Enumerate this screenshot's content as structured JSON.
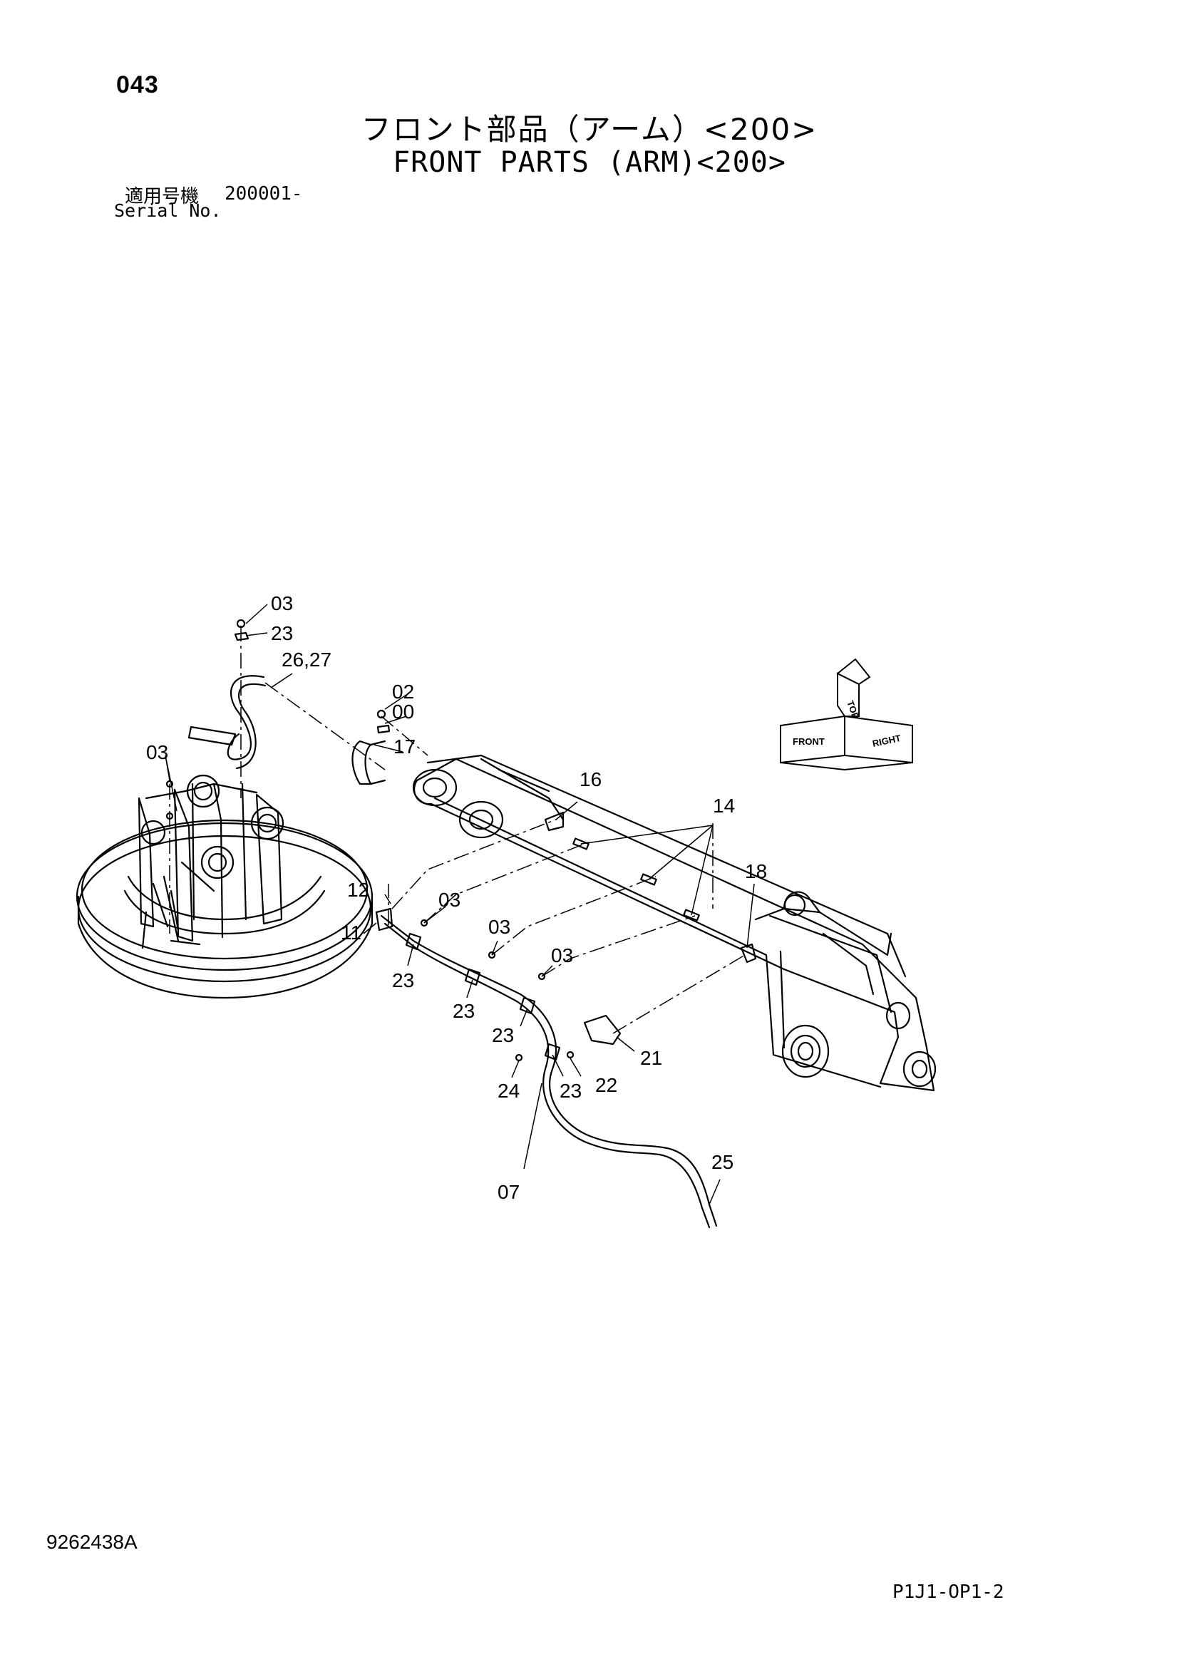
{
  "header": {
    "page_number": "043",
    "title_ja": "フロント部品（アーム）<200>",
    "title_en": "FRONT PARTS (ARM)<200>",
    "serial_label_ja": "適用号機",
    "serial_value": "200001-",
    "serial_label_en": "Serial No."
  },
  "diagram": {
    "callouts": [
      "03",
      "23",
      "26,27",
      "02",
      "00",
      "17",
      "03",
      "16",
      "14",
      "18",
      "12",
      "11",
      "03",
      "03",
      "03",
      "23",
      "23",
      "23",
      "21",
      "22",
      "24",
      "23",
      "25",
      "07"
    ],
    "direction_indicator": {
      "front": "FRONT",
      "top": "TOP",
      "right": "RIGHT"
    }
  },
  "footer": {
    "doc_code": "9262438A",
    "page_code": "P1J1-OP1-2"
  }
}
